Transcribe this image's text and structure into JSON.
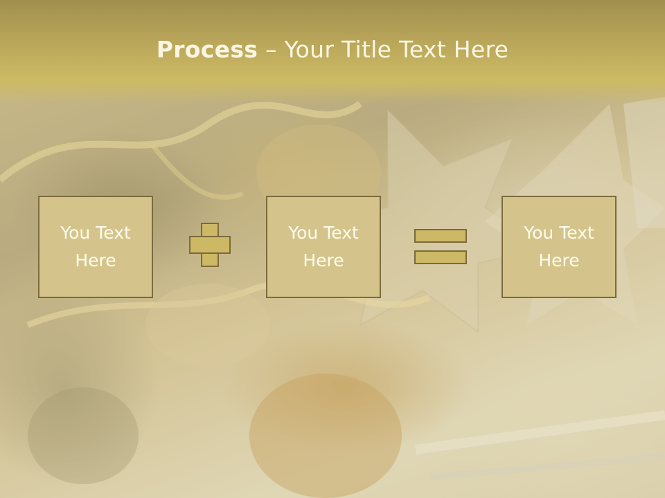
{
  "title": {
    "bold": "Process",
    "rest": " – Your Title Text Here"
  },
  "boxes": [
    {
      "label": "You Text Here"
    },
    {
      "label": "You Text Here"
    },
    {
      "label": "You Text Here"
    }
  ],
  "operators": [
    "plus-icon",
    "equals-icon"
  ],
  "colors": {
    "title_band": "#c2ae5c",
    "box_fill": "#d4c48c",
    "box_border": "#7a6a3c",
    "text": "#fffbee"
  }
}
